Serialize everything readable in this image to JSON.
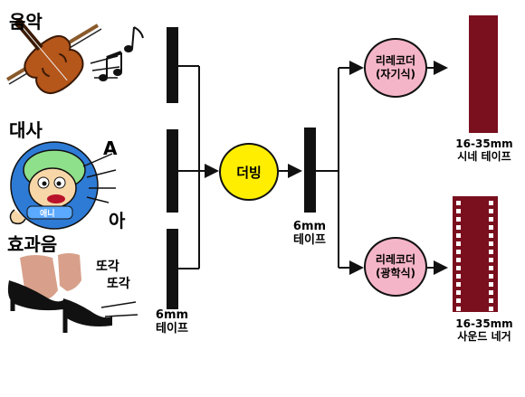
{
  "sources": [
    {
      "label": "음악",
      "icon": "violin-icon"
    },
    {
      "label": "대사",
      "icon": "talking-cartoon-icon"
    },
    {
      "label": "효과음",
      "icon": "high-heels-icon"
    }
  ],
  "speech": {
    "letter_a": "A",
    "letter_ah": "아"
  },
  "footsteps": {
    "line1": "또각",
    "line2": "또각"
  },
  "input_tape": {
    "line1": "6mm",
    "line2": "테이프"
  },
  "dubbing": {
    "label": "더빙",
    "color": "#ffee00"
  },
  "mixed_tape": {
    "line1": "6mm",
    "line2": "테이프"
  },
  "recorders": [
    {
      "line1": "리레코더",
      "line2": "(자기식)",
      "color": "#f5b5c8"
    },
    {
      "line1": "리레코더",
      "line2": "(광학식)",
      "color": "#f5b5c8"
    }
  ],
  "outputs": [
    {
      "line1": "16-35mm",
      "line2": "시네 테이프"
    },
    {
      "line1": "16-35mm",
      "line2": "사운드 네거"
    }
  ],
  "film_color": "#7a0f1e",
  "tag_text": "애니"
}
